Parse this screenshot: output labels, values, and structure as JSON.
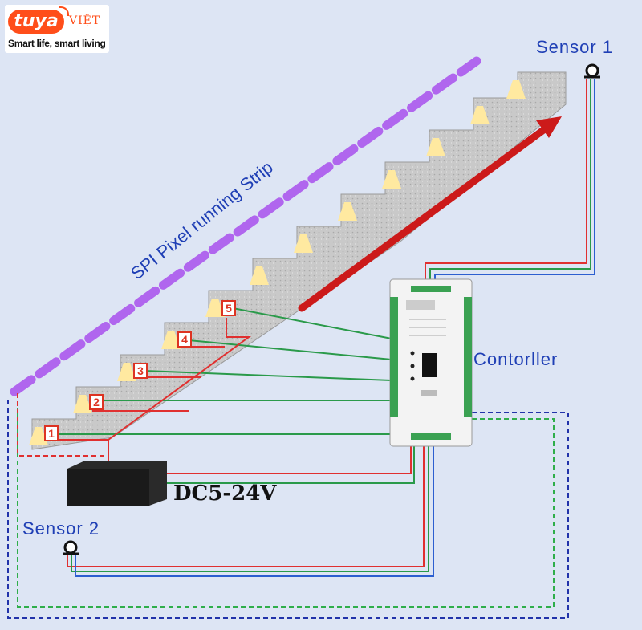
{
  "logo": {
    "brand": "tuya",
    "country": "VIỆT",
    "tagline": "Smart life, smart living"
  },
  "labels": {
    "sensor_1": "Sensor 1",
    "sensor_2": "Sensor 2",
    "controller": "Contorller",
    "strip": "SPI Pixel running Strip",
    "power": "DC5-24V"
  },
  "step_numbers": [
    "1",
    "2",
    "3",
    "4",
    "5"
  ],
  "colors": {
    "background": "#dde5f4",
    "wire_red": "#e03030",
    "wire_green": "#2a9a4a",
    "wire_blue": "#2c5fd0",
    "strip_purple": "#b066ee",
    "arrow_red": "#cc1a1a",
    "sensor_dash_green": "#2fae4a",
    "sensor_dash_blue": "#2233aa"
  }
}
